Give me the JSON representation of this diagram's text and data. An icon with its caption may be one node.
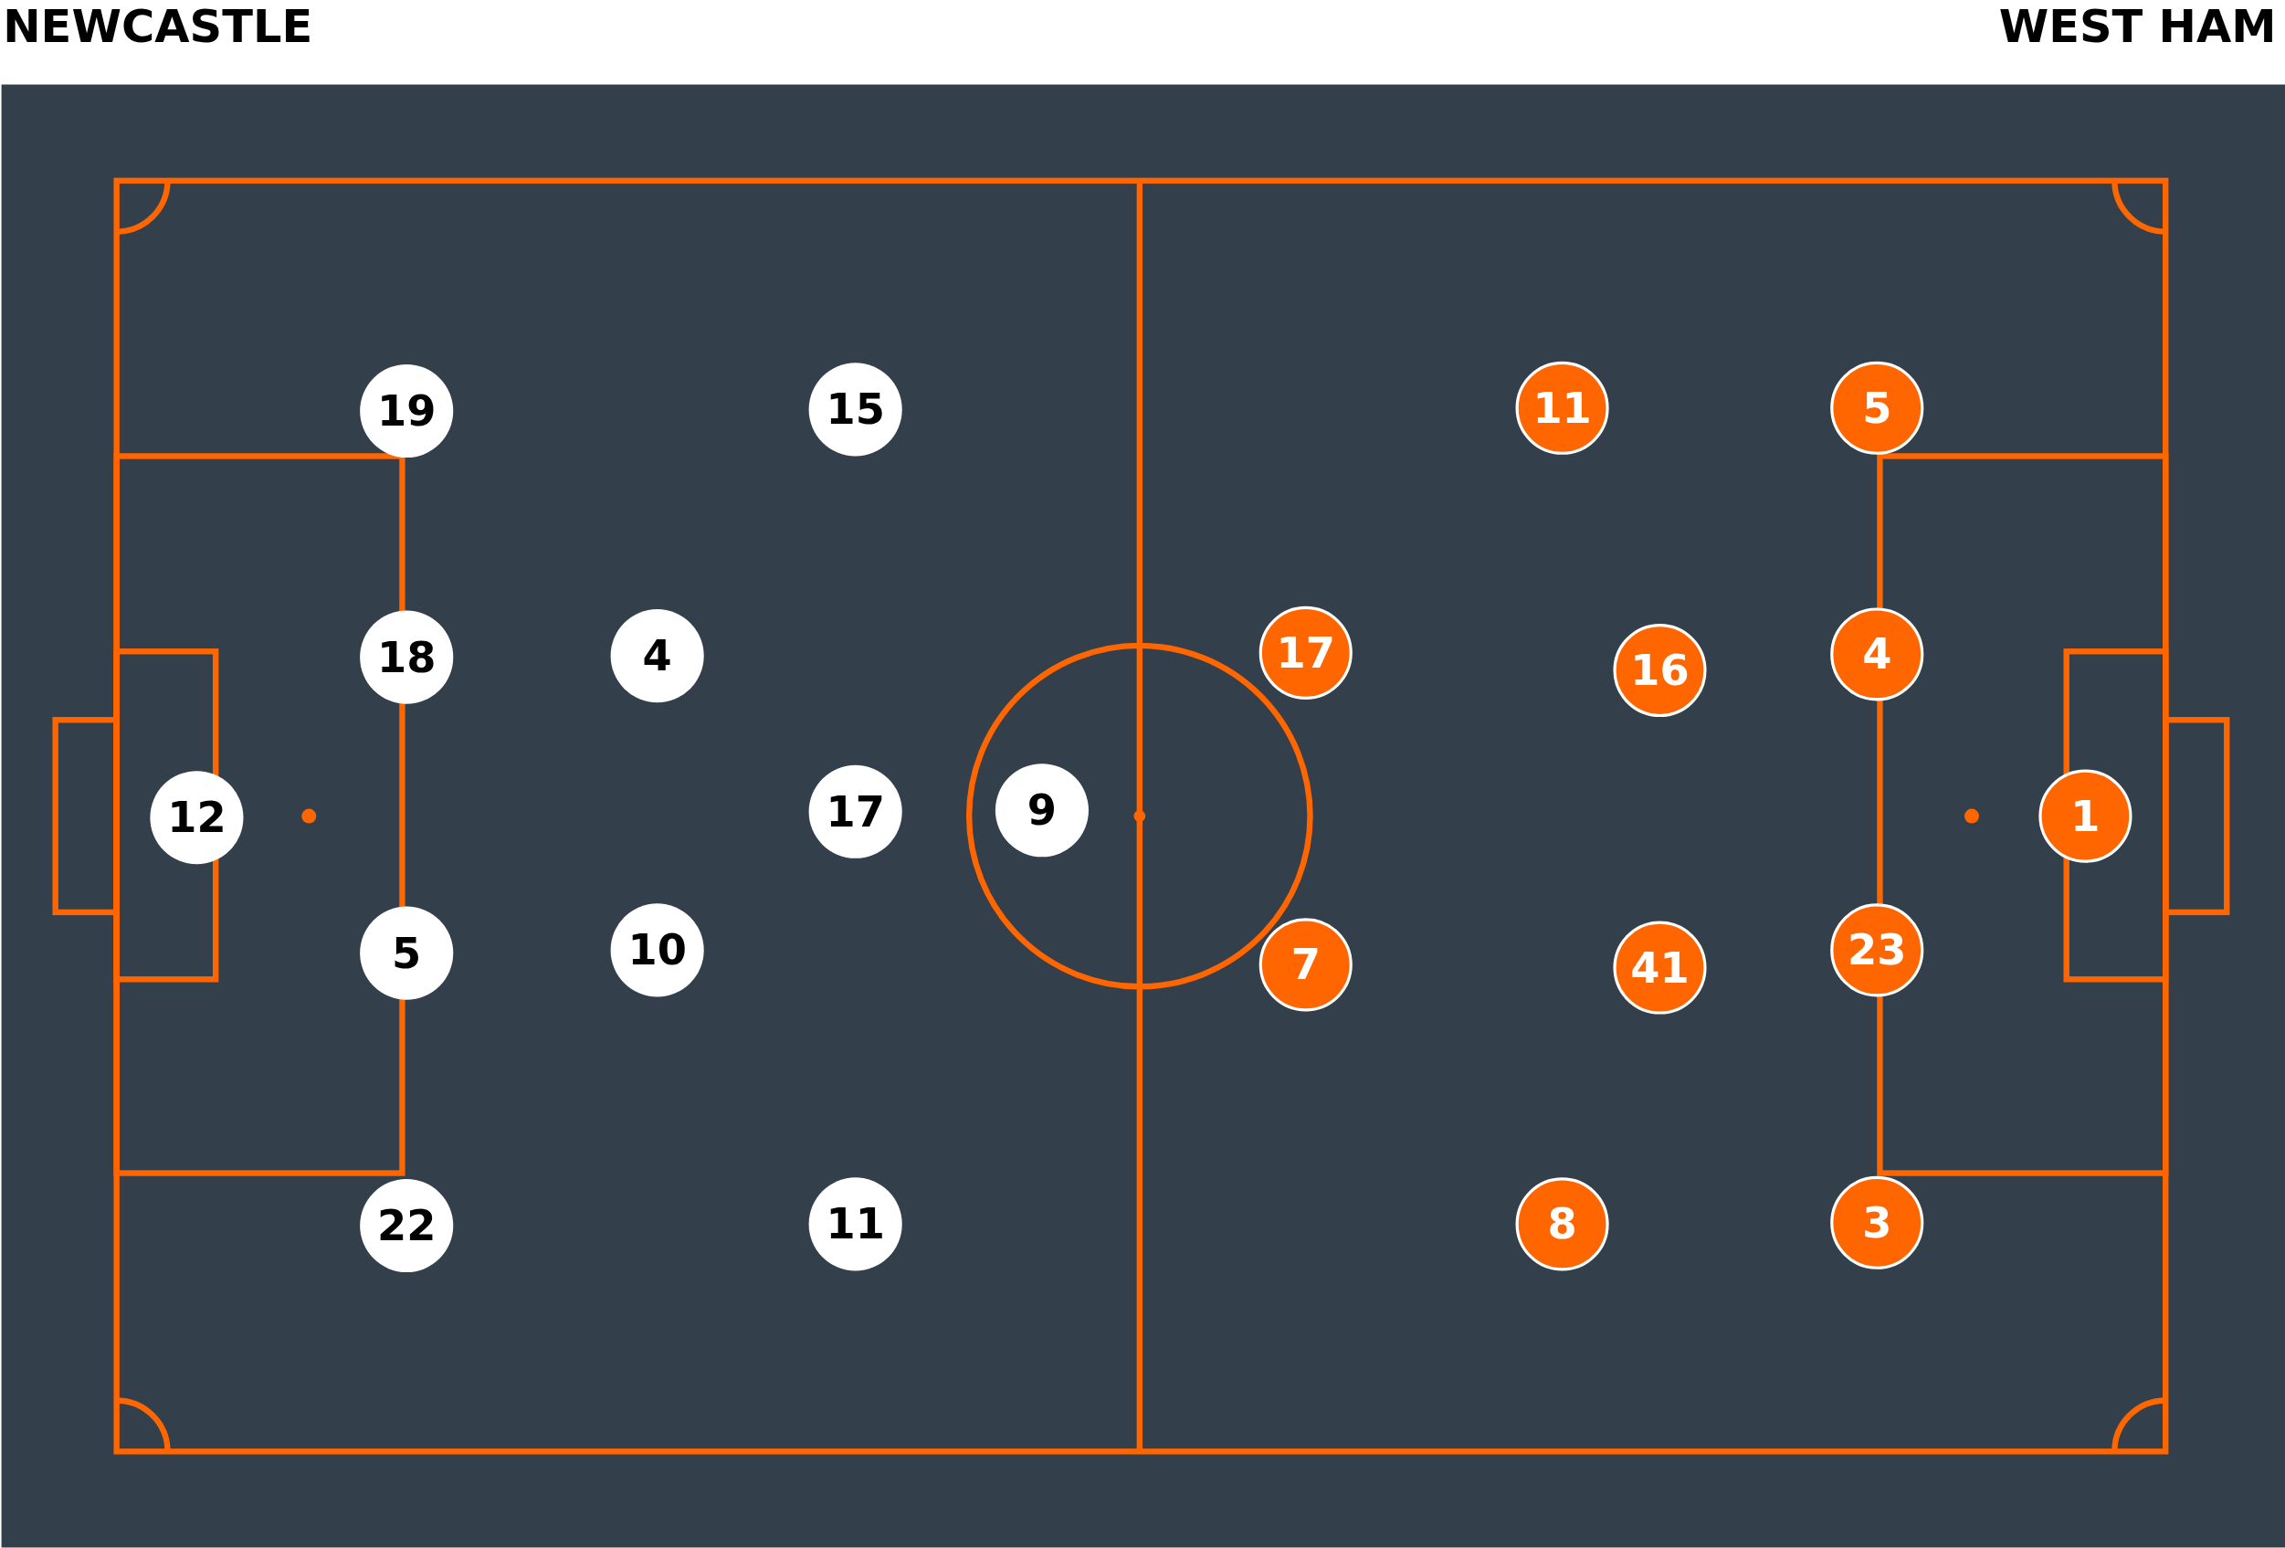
{
  "diagram": {
    "nodes": [
      {
        "text": [
          "19"
        ]
      },
      {
        "text": [
          "15"
        ]
      },
      {
        "text": [
          "18"
        ]
      },
      {
        "text": [
          "4"
        ]
      },
      {
        "text": [
          "12"
        ]
      },
      {
        "text": [
          "17"
        ]
      },
      {
        "text": [
          "9"
        ]
      },
      {
        "text": [
          "5"
        ]
      },
      {
        "text": [
          "10"
        ]
      },
      {
        "text": [
          "22"
        ]
      },
      {
        "text": [
          "11"
        ]
      },
      {
        "text": [
          "11"
        ]
      },
      {
        "text": [
          "5"
        ]
      },
      {
        "text": [
          "17"
        ]
      },
      {
        "text": [
          "16"
        ]
      },
      {
        "text": [
          "4"
        ]
      },
      {
        "text": [
          "1"
        ]
      },
      {
        "text": [
          "23"
        ]
      },
      {
        "text": [
          "7"
        ]
      },
      {
        "text": [
          "41"
        ]
      },
      {
        "text": [
          "8"
        ]
      },
      {
        "text": [
          "3"
        ]
      }
    ],
    "labels": [
      "NEWCASTLE",
      "WEST HAM"
    ]
  }
}
